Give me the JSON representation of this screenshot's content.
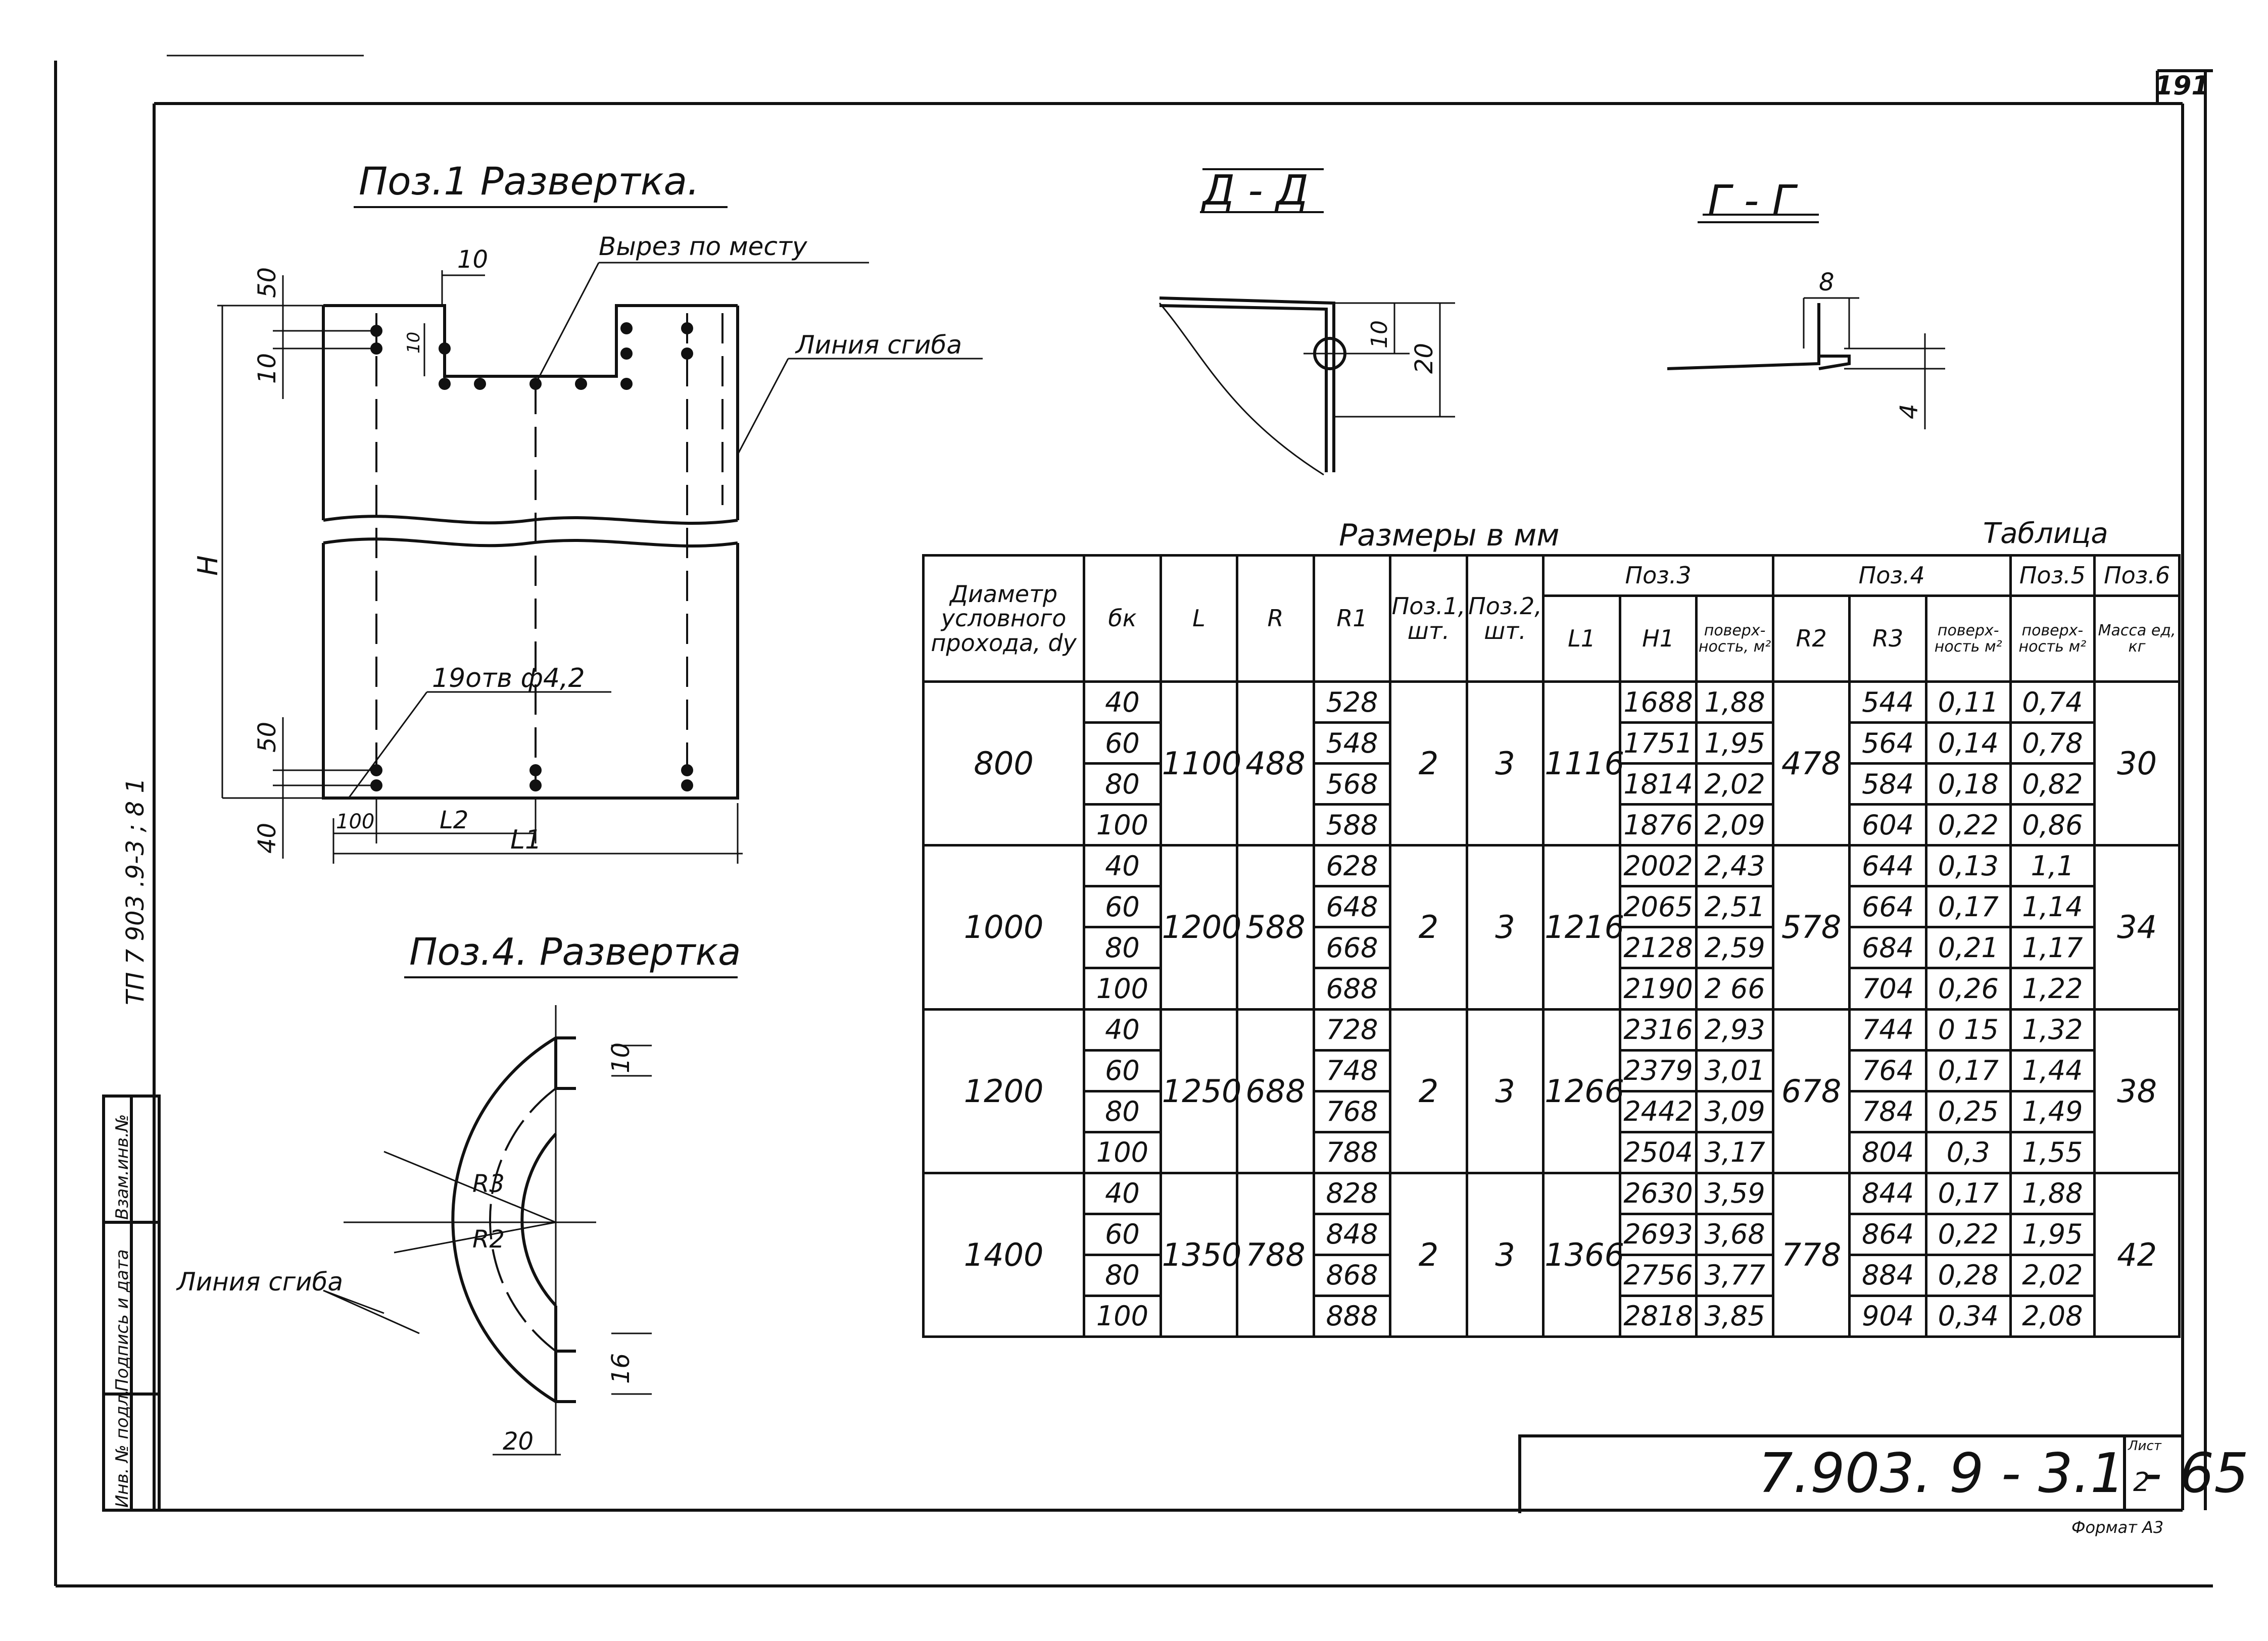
{
  "page_number": "191",
  "side": {
    "code": "ТП 7 903 .9-3 ; 8 1",
    "labels": [
      "Инв. № подл.",
      "Подпись и дата",
      "Взам.инв.№"
    ]
  },
  "views": {
    "pos1_title": "Поз.1  Развертка.",
    "pos4_title": "Поз.4. Развертка",
    "dd_title": "Д - Д",
    "gg_title": "Г - Г"
  },
  "pos1_labels": {
    "cutout": "Вырез по месту",
    "bend_line": "Линия сгиба",
    "holes": "19отв ф4,2",
    "dim_50_top": "50",
    "dim_10_left": "10",
    "dim_10_top": "10",
    "dim_10_small": "10",
    "dim_H": "H",
    "dim_50_bottom": "50",
    "dim_40": "40",
    "dim_100": "100",
    "dim_L2": "L2",
    "dim_L1": "L1"
  },
  "pos4_labels": {
    "R3": "R3",
    "R2": "R2",
    "bend_line": "Линия сгиба",
    "dim_10": "10",
    "dim_16": "16",
    "dim_20": "20"
  },
  "dd_labels": {
    "dim_10": "10",
    "dim_20": "20"
  },
  "gg_labels": {
    "dim_8": "8",
    "dim_4": "4"
  },
  "table": {
    "caption": "Размеры в мм",
    "caption_right": "Таблица",
    "headers": {
      "diam": "Диаметр условного прохода, dу",
      "bk": "бк",
      "L": "L",
      "R": "R",
      "R1": "R1",
      "pos1": "Поз.1, шт.",
      "pos2": "Поз.2, шт.",
      "pos3": "Поз.3",
      "L1": "L1",
      "H1": "H1",
      "surf3": "поверх-ность, м²",
      "pos4": "Поз.4",
      "R2": "R2",
      "R3": "R3",
      "surf4": "поверх-ность м²",
      "pos5": "Поз.5",
      "surf5": "поверх-ность м²",
      "pos6": "Поз.6",
      "mass": "Масса ед, кг"
    },
    "groups": [
      {
        "d": "800",
        "L": "1100",
        "R": "488",
        "p1": "2",
        "p2": "3",
        "L1": "1116",
        "R2": "478",
        "mass": "30",
        "rows": [
          {
            "bk": "40",
            "R1": "528",
            "H1": "1688",
            "s3": "1,88",
            "R3": "544",
            "s4": "0,11",
            "s5": "0,74"
          },
          {
            "bk": "60",
            "R1": "548",
            "H1": "1751",
            "s3": "1,95",
            "R3": "564",
            "s4": "0,14",
            "s5": "0,78"
          },
          {
            "bk": "80",
            "R1": "568",
            "H1": "1814",
            "s3": "2,02",
            "R3": "584",
            "s4": "0,18",
            "s5": "0,82"
          },
          {
            "bk": "100",
            "R1": "588",
            "H1": "1876",
            "s3": "2,09",
            "R3": "604",
            "s4": "0,22",
            "s5": "0,86"
          }
        ]
      },
      {
        "d": "1000",
        "L": "1200",
        "R": "588",
        "p1": "2",
        "p2": "3",
        "L1": "1216",
        "R2": "578",
        "mass": "34",
        "rows": [
          {
            "bk": "40",
            "R1": "628",
            "H1": "2002",
            "s3": "2,43",
            "R3": "644",
            "s4": "0,13",
            "s5": "1,1"
          },
          {
            "bk": "60",
            "R1": "648",
            "H1": "2065",
            "s3": "2,51",
            "R3": "664",
            "s4": "0,17",
            "s5": "1,14"
          },
          {
            "bk": "80",
            "R1": "668",
            "H1": "2128",
            "s3": "2,59",
            "R3": "684",
            "s4": "0,21",
            "s5": "1,17"
          },
          {
            "bk": "100",
            "R1": "688",
            "H1": "2190",
            "s3": "2 66",
            "R3": "704",
            "s4": "0,26",
            "s5": "1,22"
          }
        ]
      },
      {
        "d": "1200",
        "L": "1250",
        "R": "688",
        "p1": "2",
        "p2": "3",
        "L1": "1266",
        "R2": "678",
        "mass": "38",
        "rows": [
          {
            "bk": "40",
            "R1": "728",
            "H1": "2316",
            "s3": "2,93",
            "R3": "744",
            "s4": "0 15",
            "s5": "1,32"
          },
          {
            "bk": "60",
            "R1": "748",
            "H1": "2379",
            "s3": "3,01",
            "R3": "764",
            "s4": "0,17",
            "s5": "1,44"
          },
          {
            "bk": "80",
            "R1": "768",
            "H1": "2442",
            "s3": "3,09",
            "R3": "784",
            "s4": "0,25",
            "s5": "1,49"
          },
          {
            "bk": "100",
            "R1": "788",
            "H1": "2504",
            "s3": "3,17",
            "R3": "804",
            "s4": "0,3",
            "s5": "1,55"
          }
        ]
      },
      {
        "d": "1400",
        "L": "1350",
        "R": "788",
        "p1": "2",
        "p2": "3",
        "L1": "1366",
        "R2": "778",
        "mass": "42",
        "rows": [
          {
            "bk": "40",
            "R1": "828",
            "H1": "2630",
            "s3": "3,59",
            "R3": "844",
            "s4": "0,17",
            "s5": "1,88"
          },
          {
            "bk": "60",
            "R1": "848",
            "H1": "2693",
            "s3": "3,68",
            "R3": "864",
            "s4": "0,22",
            "s5": "1,95"
          },
          {
            "bk": "80",
            "R1": "868",
            "H1": "2756",
            "s3": "3,77",
            "R3": "884",
            "s4": "0,28",
            "s5": "2,02"
          },
          {
            "bk": "100",
            "R1": "888",
            "H1": "2818",
            "s3": "3,85",
            "R3": "904",
            "s4": "0,34",
            "s5": "2,08"
          }
        ]
      }
    ]
  },
  "title_block": {
    "code": "7.903. 9 - 3.1 - 65",
    "sheet_label": "Лист",
    "sheet": "2"
  },
  "format": "Формат А3"
}
